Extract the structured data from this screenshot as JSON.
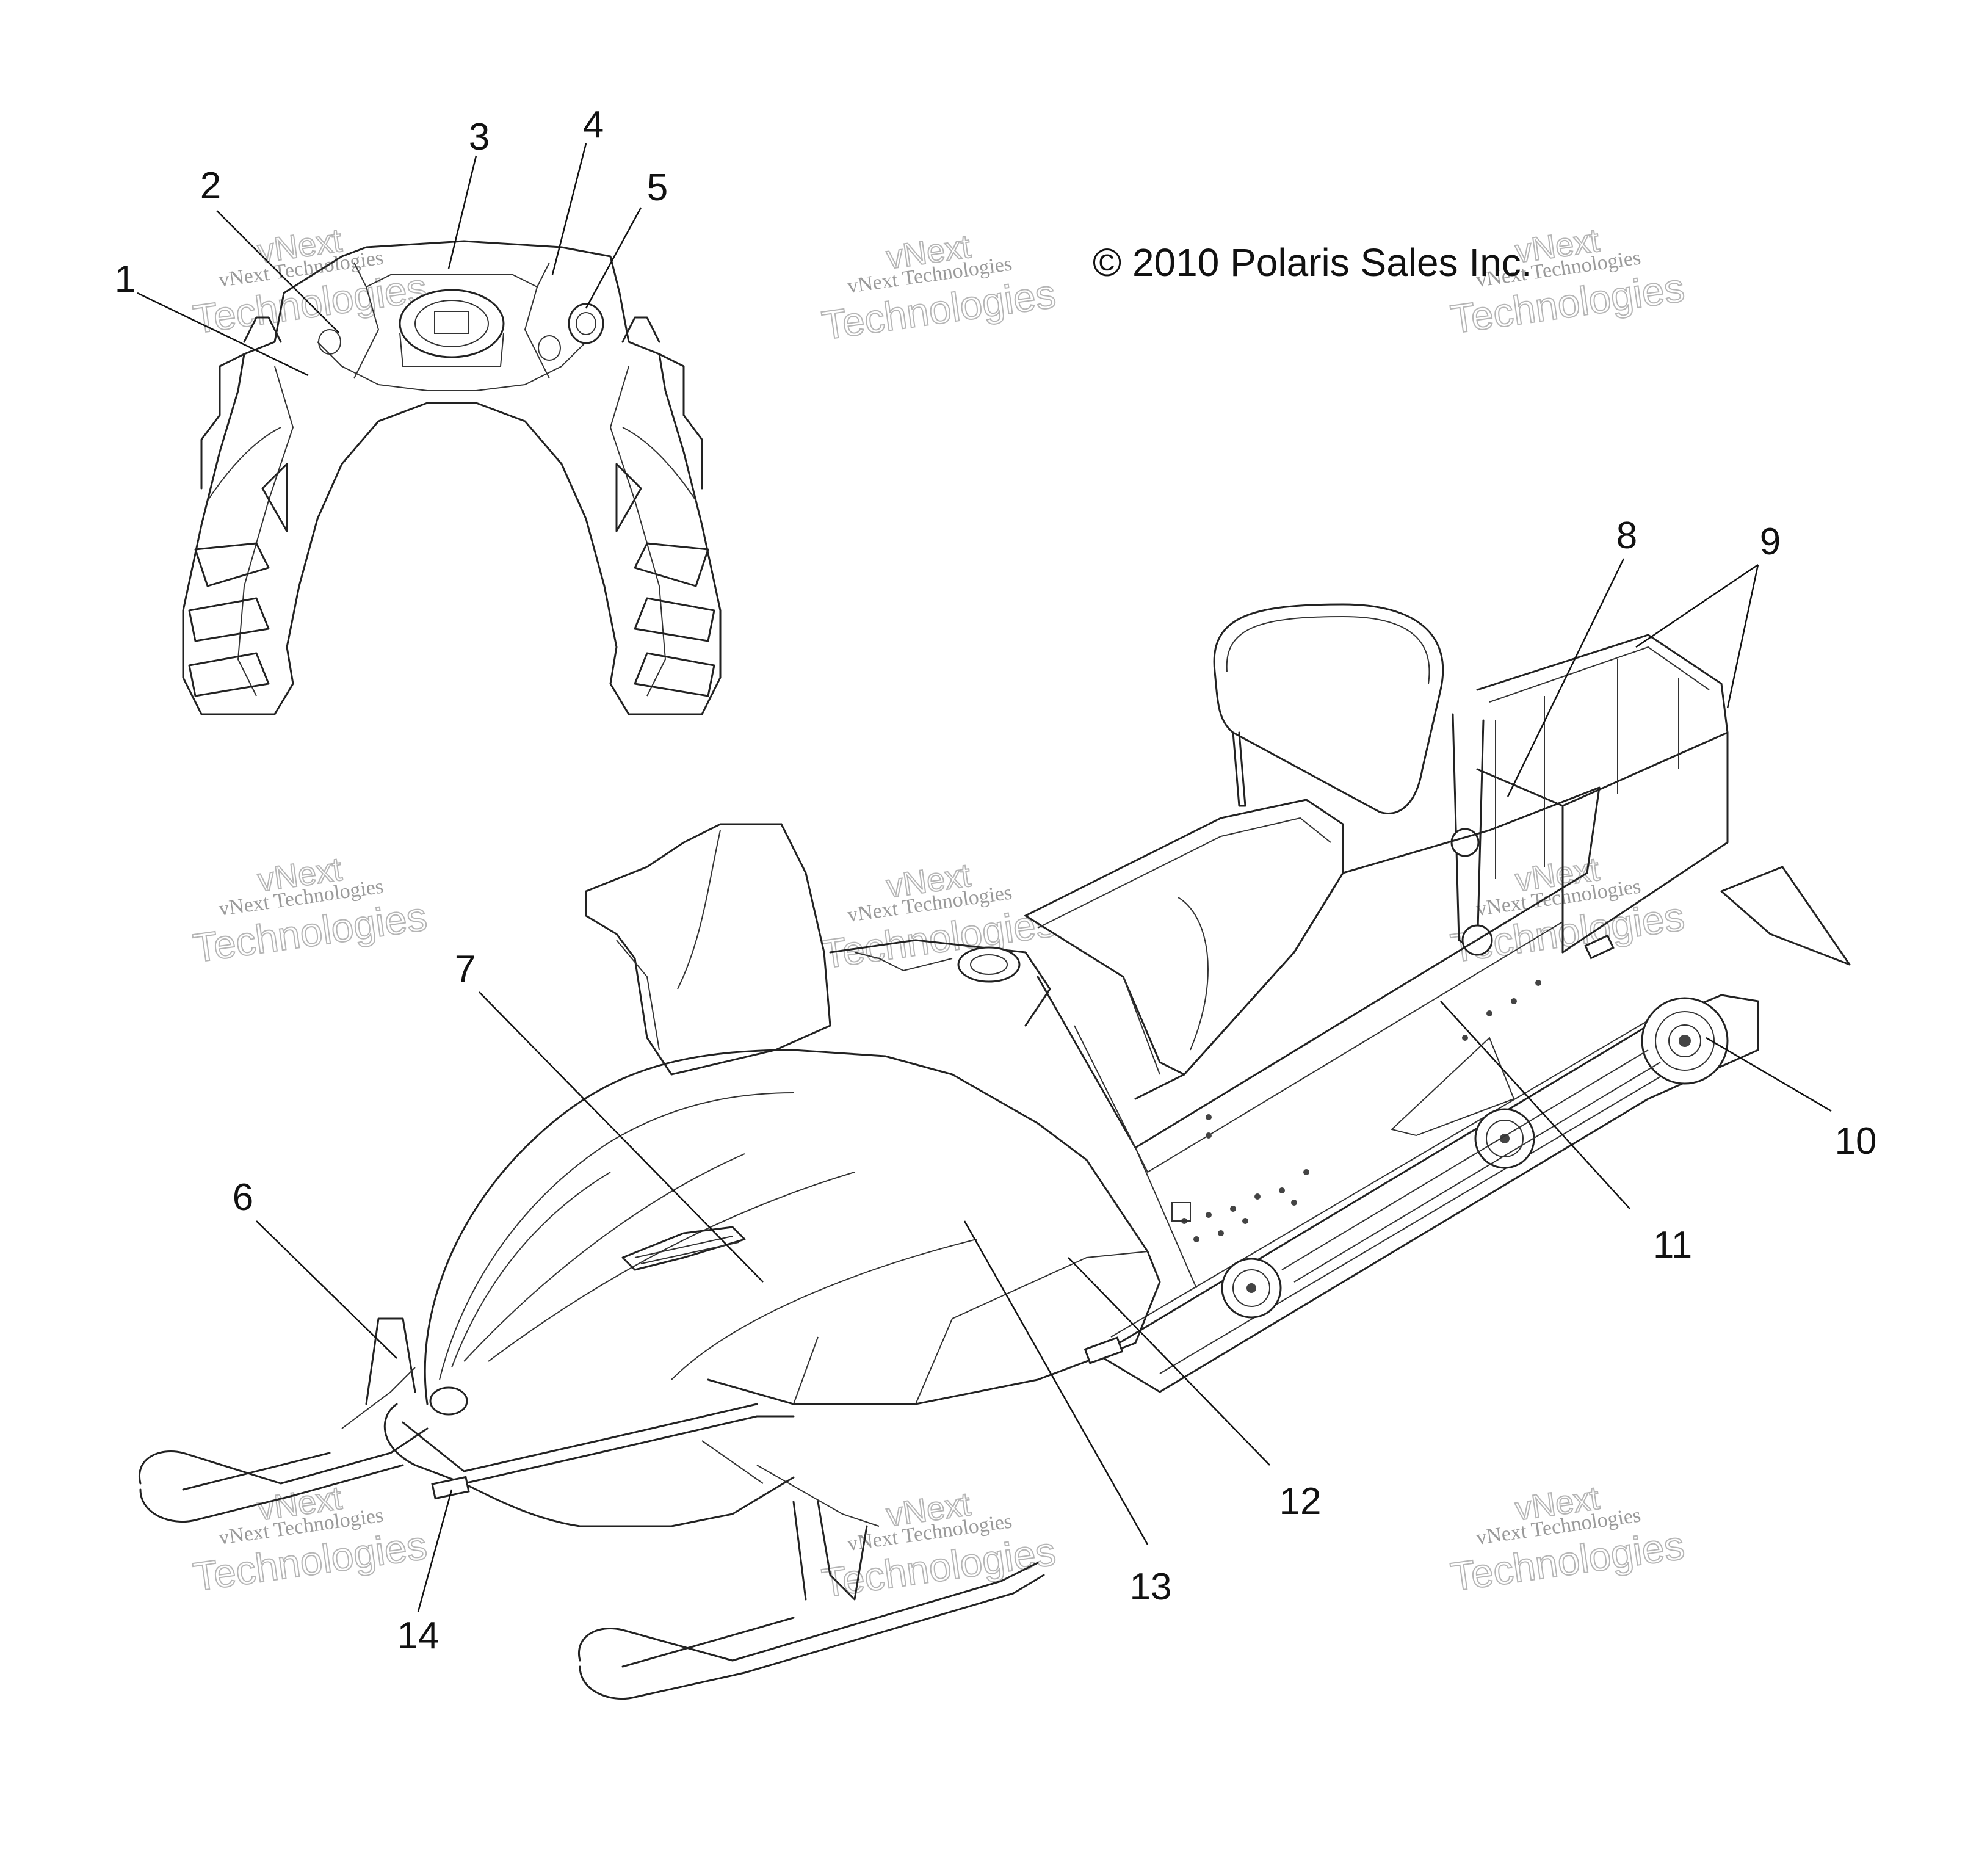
{
  "copyright": "© 2010 Polaris Sales Inc.",
  "watermark": {
    "line1": "vNext Technologies",
    "line2": "Technologies",
    "line0": "vNext"
  },
  "callouts": [
    "1",
    "2",
    "3",
    "4",
    "5",
    "6",
    "7",
    "8",
    "9",
    "10",
    "11",
    "12",
    "13",
    "14"
  ]
}
